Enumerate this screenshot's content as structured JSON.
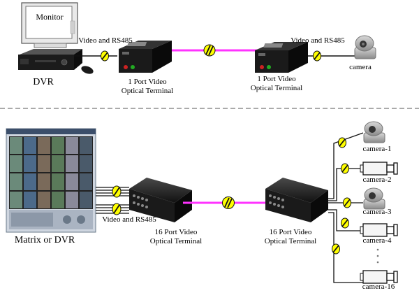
{
  "top": {
    "monitor_label": "Monitor",
    "dvr_label": "DVR",
    "link_left_label": "Video and RS485",
    "link_right_label": "Video and RS485",
    "terminal_left_line1": "1 Port Video",
    "terminal_left_line2": "Optical Terminal",
    "terminal_right_line1": "1 Port Video",
    "terminal_right_line2": "Optical Terminal",
    "camera_label": "camera"
  },
  "bottom": {
    "matrix_label": "Matrix or DVR",
    "link_label": "Video and RS485",
    "terminal_left_line1": "16 Port Video",
    "terminal_left_line2": "Optical Terminal",
    "terminal_right_line1": "16 Port Video",
    "terminal_right_line2": "Optical Terminal",
    "cameras": [
      "camera-1",
      "camera-2",
      "camera-3",
      "camera-4",
      "camera-16"
    ]
  },
  "colors": {
    "fiber": "#ff33ff",
    "connector": "#ffff00",
    "device": "#1a1a1a"
  }
}
